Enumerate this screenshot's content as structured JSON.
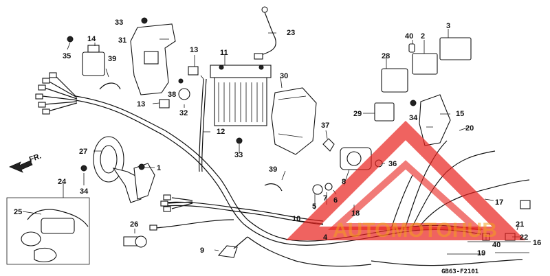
{
  "diagram": {
    "part_numbers": [
      "1",
      "2",
      "3",
      "4",
      "5",
      "6",
      "7",
      "8",
      "9",
      "10",
      "11",
      "12",
      "13",
      "13",
      "14",
      "15",
      "16",
      "17",
      "18",
      "19",
      "20",
      "21",
      "22",
      "23",
      "24",
      "25",
      "26",
      "27",
      "28",
      "29",
      "30",
      "31",
      "32",
      "33",
      "33",
      "34",
      "34",
      "35",
      "36",
      "37",
      "38",
      "39",
      "39",
      "40",
      "40"
    ],
    "drawing_code": "GB63-F2101",
    "direction_label": "FR.",
    "watermark": "AUTOMOTOHUB",
    "watermark_color": "#e8211d",
    "watermark_text_color": "#f3a01e"
  }
}
